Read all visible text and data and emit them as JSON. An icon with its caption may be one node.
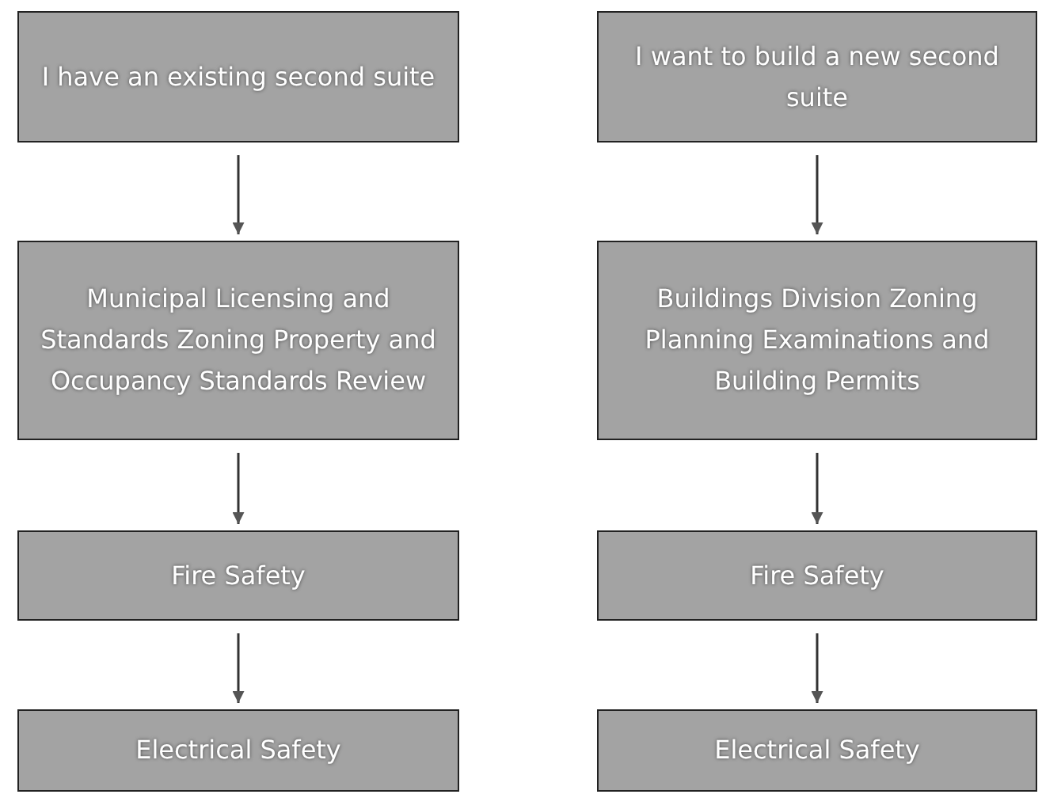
{
  "diagram": {
    "nodes": [
      {
        "text": [
          "I have an existing second suite"
        ]
      },
      {
        "text": [
          "I want to build a new second suite"
        ]
      },
      {
        "text": [
          "Municipal Licensing and Standards Zoning Property and Occupancy Standards Review"
        ]
      },
      {
        "text": [
          "Buildings Division Zoning Planning Examinations and Building Permits"
        ]
      },
      {
        "text": [
          "Fire Safety"
        ]
      },
      {
        "text": [
          "Fire Safety"
        ]
      },
      {
        "text": [
          "Electrical Safety"
        ]
      },
      {
        "text": [
          "Electrical Safety"
        ]
      }
    ],
    "edges": [
      {
        "from": 0,
        "to": 2,
        "arrow": "to"
      },
      {
        "from": 2,
        "to": 4,
        "arrow": "to"
      },
      {
        "from": 4,
        "to": 6,
        "arrow": "to"
      },
      {
        "from": 1,
        "to": 3,
        "arrow": "to"
      },
      {
        "from": 3,
        "to": 5,
        "arrow": "to"
      },
      {
        "from": 5,
        "to": 7,
        "arrow": "to"
      }
    ]
  }
}
